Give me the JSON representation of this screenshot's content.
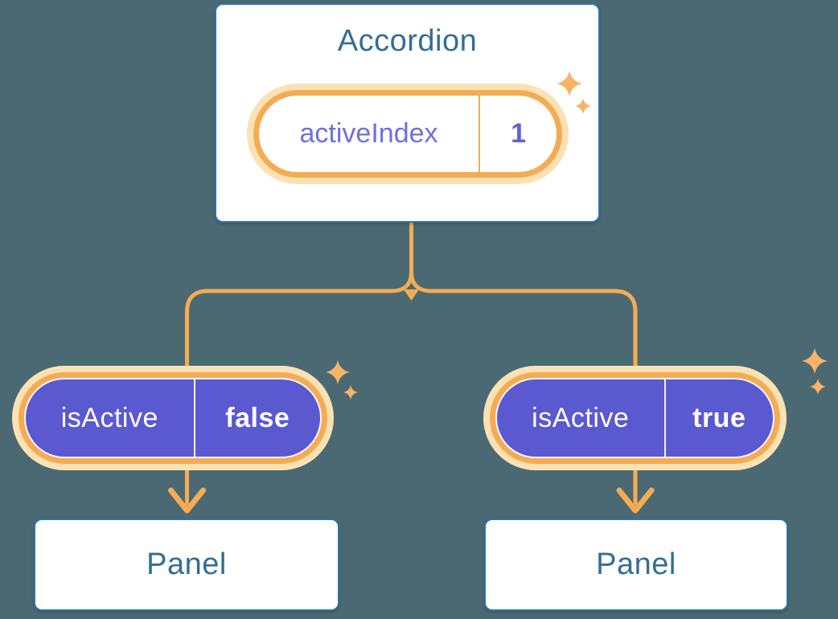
{
  "diagram": {
    "accordion": {
      "title": "Accordion",
      "pill": {
        "label": "activeIndex",
        "value": "1"
      }
    },
    "branches": {
      "left": {
        "pill": {
          "label": "isActive",
          "value": "false"
        },
        "panel_title": "Panel"
      },
      "right": {
        "pill": {
          "label": "isActive",
          "value": "true"
        },
        "panel_title": "Panel"
      }
    }
  },
  "icons": {
    "sparkle": "four-point-star sparkle accent shown beside each state/prop pill"
  },
  "colors": {
    "background": "#4B6972",
    "connector_orange": "#F4AC54",
    "pill_glow": "#FBE2B4",
    "pill_purple": "#5B59D0",
    "card_border_blue": "#2F74A8",
    "heading_text": "#336E96",
    "state_label_text": "#6E70DE",
    "state_value_text": "#5F62D6",
    "prop_pill_text": "#FFFFFF",
    "sparkle": "#F6B467",
    "card_background": "#FFFFFF"
  }
}
